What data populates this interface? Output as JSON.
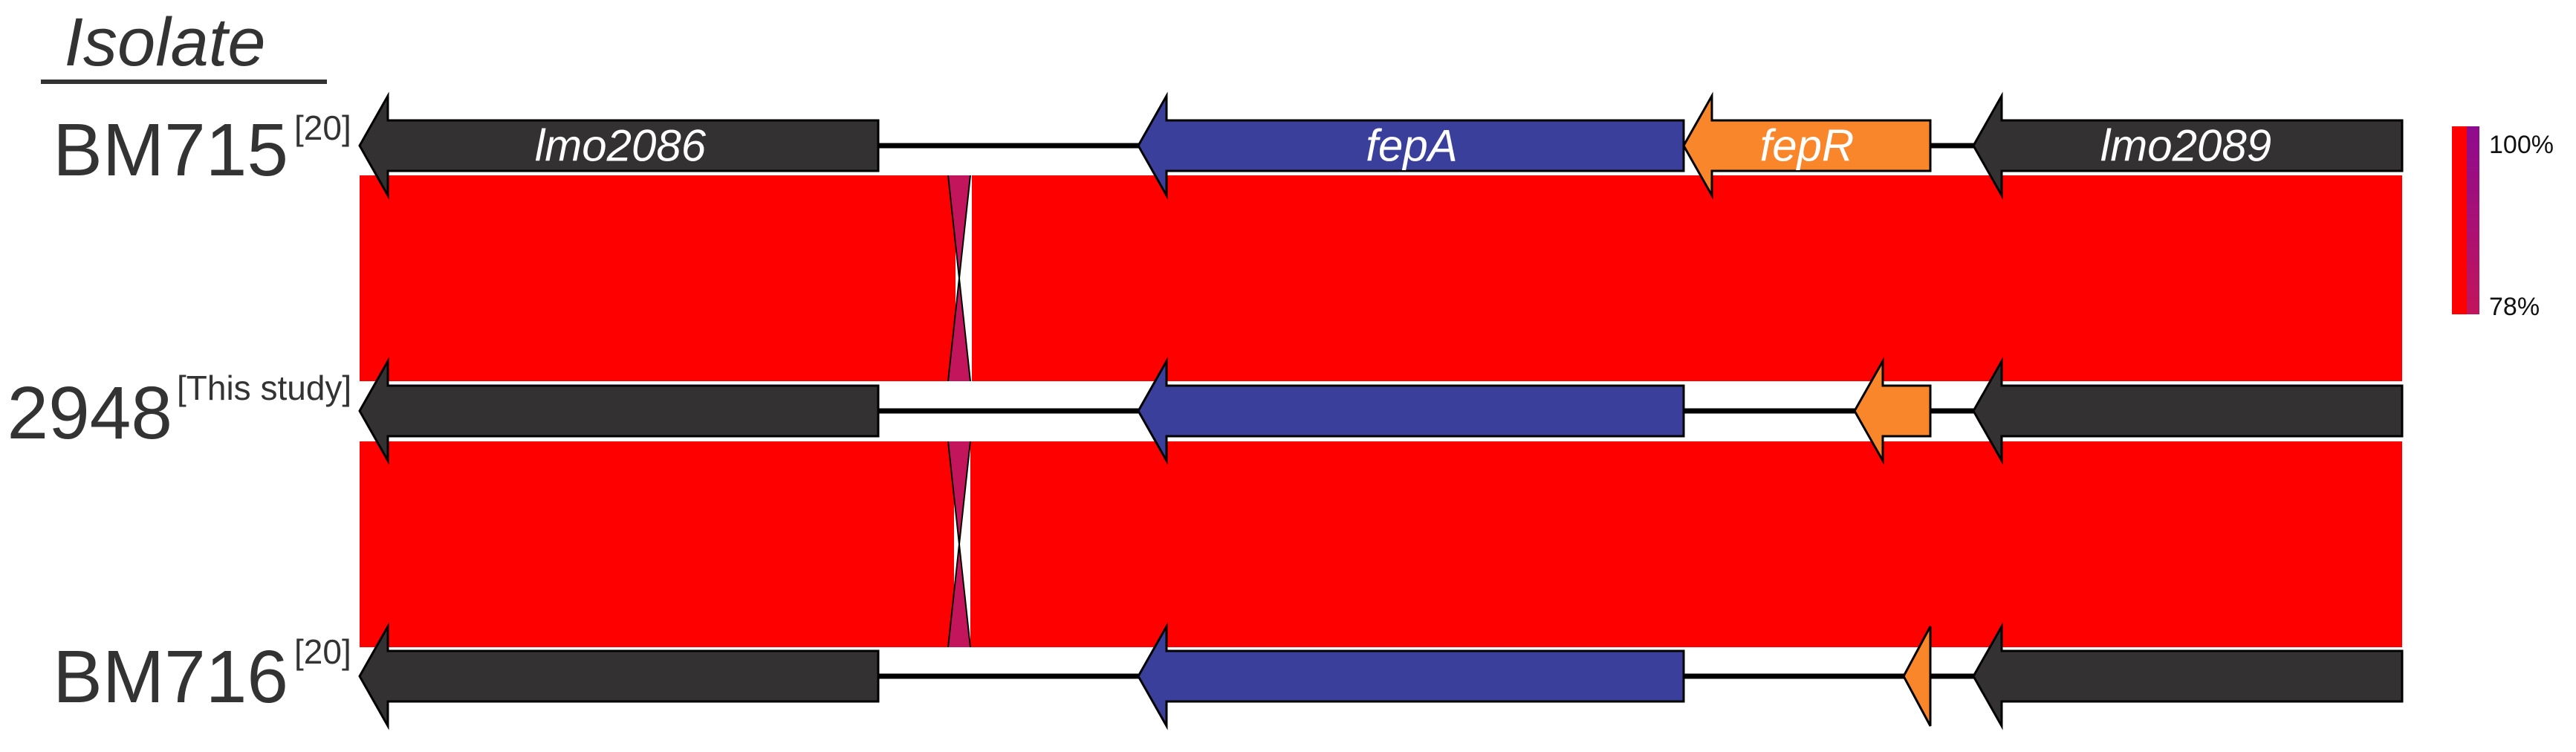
{
  "header": {
    "title": "Isolate"
  },
  "isolates": [
    {
      "name": "BM715",
      "ref": "[20]"
    },
    {
      "name": "2948",
      "ref": "[This study]"
    },
    {
      "name": "BM716",
      "ref": "[20]"
    }
  ],
  "gene_labels": {
    "lmo2086": "lmo2086",
    "fepA": "fepA",
    "fepR": "fepR",
    "lmo2089": "lmo2089"
  },
  "colors": {
    "lmo2086": "#333132",
    "fepA": "#3b3f9c",
    "fepR": "#f9862b",
    "lmo2089": "#333132",
    "identity_high": "#fe0000",
    "identity_low": "#c2155c",
    "scale_top": "#8e0b8e",
    "backbone": "#000000"
  },
  "identity_scale": {
    "max_label": "100%",
    "min_label": "78%"
  }
}
